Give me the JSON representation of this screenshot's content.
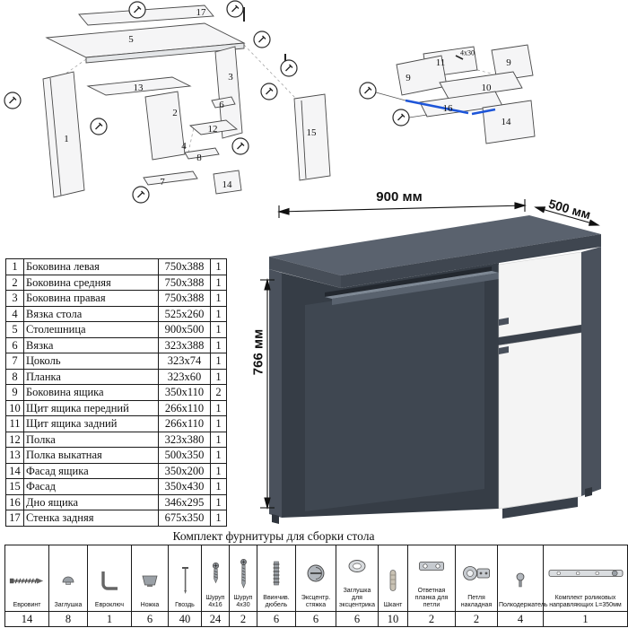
{
  "diagram": {
    "main": {
      "labels": [
        "17",
        "5",
        "3",
        "13",
        "2",
        "6",
        "12",
        "15",
        "1",
        "4",
        "8",
        "7",
        "14"
      ]
    },
    "drawer": {
      "labels": [
        "9",
        "11",
        "9",
        "10",
        "16",
        "14"
      ],
      "note": "4x30"
    }
  },
  "desk": {
    "dim_width": "900 мм",
    "dim_depth": "500 мм",
    "dim_height": "766 мм",
    "colors": {
      "body": "#5a626e",
      "side": "#4a515c",
      "shadow": "#363d46",
      "front": "#f4f4f4",
      "guide_accent": "#1d55d8"
    }
  },
  "parts_table": {
    "rows": [
      {
        "n": "1",
        "name": "Боковина левая",
        "size": "750x388",
        "qty": "1"
      },
      {
        "n": "2",
        "name": "Боковина средняя",
        "size": "750x388",
        "qty": "1"
      },
      {
        "n": "3",
        "name": "Боковина правая",
        "size": "750x388",
        "qty": "1"
      },
      {
        "n": "4",
        "name": "Вязка стола",
        "size": "525x260",
        "qty": "1"
      },
      {
        "n": "5",
        "name": "Столешница",
        "size": "900x500",
        "qty": "1"
      },
      {
        "n": "6",
        "name": "Вязка",
        "size": "323x388",
        "qty": "1"
      },
      {
        "n": "7",
        "name": "Цоколь",
        "size": "323x74",
        "qty": "1"
      },
      {
        "n": "8",
        "name": "Планка",
        "size": "323x60",
        "qty": "1"
      },
      {
        "n": "9",
        "name": "Боковина ящика",
        "size": "350x110",
        "qty": "2"
      },
      {
        "n": "10",
        "name": "Щит ящика передний",
        "size": "266x110",
        "qty": "1"
      },
      {
        "n": "11",
        "name": "Щит ящика задний",
        "size": "266x110",
        "qty": "1"
      },
      {
        "n": "12",
        "name": "Полка",
        "size": "323x380",
        "qty": "1"
      },
      {
        "n": "13",
        "name": "Полка выкатная",
        "size": "500x350",
        "qty": "1"
      },
      {
        "n": "14",
        "name": "Фасад ящика",
        "size": "350x200",
        "qty": "1"
      },
      {
        "n": "15",
        "name": "Фасад",
        "size": "350x430",
        "qty": "1"
      },
      {
        "n": "16",
        "name": "Дно ящика",
        "size": "346x295",
        "qty": "1"
      },
      {
        "n": "17",
        "name": "Стенка задняя",
        "size": "675x350",
        "qty": "1"
      }
    ]
  },
  "hardware": {
    "title": "Комплект фурнитуры для сборки стола",
    "items": [
      {
        "label": "Евровинт",
        "qty": "14",
        "icon": "confirmat-screw-icon"
      },
      {
        "label": "Заглушка",
        "qty": "8",
        "icon": "cap-icon"
      },
      {
        "label": "Евроключ",
        "qty": "1",
        "icon": "hex-key-icon"
      },
      {
        "label": "Ножка",
        "qty": "6",
        "icon": "foot-icon"
      },
      {
        "label": "Гвоздь",
        "qty": "40",
        "icon": "nail-icon"
      },
      {
        "label": "Шуруп 4x16",
        "qty": "24",
        "icon": "screw-short-icon"
      },
      {
        "label": "Шуруп 4x30",
        "qty": "2",
        "icon": "screw-long-icon"
      },
      {
        "label": "Ввинчив. дюбель",
        "qty": "6",
        "icon": "threaded-dowel-icon"
      },
      {
        "label": "Эксцентр. стяжка",
        "qty": "6",
        "icon": "cam-lock-icon"
      },
      {
        "label": "Заглушка для эксцентрика",
        "qty": "6",
        "icon": "cam-cap-icon"
      },
      {
        "label": "Шкант",
        "qty": "10",
        "icon": "wood-dowel-icon"
      },
      {
        "label": "Ответная планка для петли",
        "qty": "2",
        "icon": "hinge-plate-icon"
      },
      {
        "label": "Петля накладная",
        "qty": "2",
        "icon": "hinge-icon"
      },
      {
        "label": "Полкодержатель",
        "qty": "4",
        "icon": "shelf-pin-icon"
      },
      {
        "label": "Комплект роликовых направляющих L=350мм",
        "qty": "1",
        "icon": "roller-guide-icon"
      }
    ]
  }
}
